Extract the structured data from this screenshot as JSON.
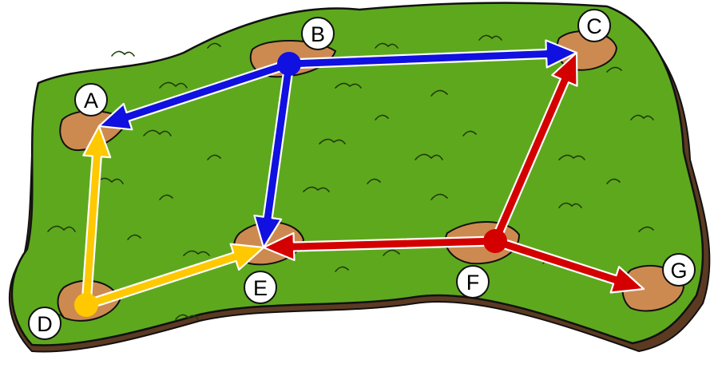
{
  "diagram": {
    "colors": {
      "grass": "#5ea81e",
      "grass_dark": "#2f5a0e",
      "dirt": "#cd8a50",
      "dirt_rim": "#8a5a3a",
      "edge_blue": "#1010e0",
      "edge_red": "#d40000",
      "edge_yellow": "#ffc800",
      "label_fill": "#ffffff",
      "outline": "#111111"
    },
    "nodes": [
      {
        "id": "A",
        "label": "A"
      },
      {
        "id": "B",
        "label": "B"
      },
      {
        "id": "C",
        "label": "C"
      },
      {
        "id": "D",
        "label": "D"
      },
      {
        "id": "E",
        "label": "E"
      },
      {
        "id": "F",
        "label": "F"
      },
      {
        "id": "G",
        "label": "G"
      }
    ],
    "edges": [
      {
        "from": "B",
        "to": "A",
        "color": "blue"
      },
      {
        "from": "B",
        "to": "C",
        "color": "blue"
      },
      {
        "from": "B",
        "to": "E",
        "color": "blue"
      },
      {
        "from": "F",
        "to": "C",
        "color": "red"
      },
      {
        "from": "F",
        "to": "E",
        "color": "red"
      },
      {
        "from": "F",
        "to": "G",
        "color": "red"
      },
      {
        "from": "D",
        "to": "A",
        "color": "yellow"
      },
      {
        "from": "D",
        "to": "E",
        "color": "yellow"
      }
    ]
  }
}
